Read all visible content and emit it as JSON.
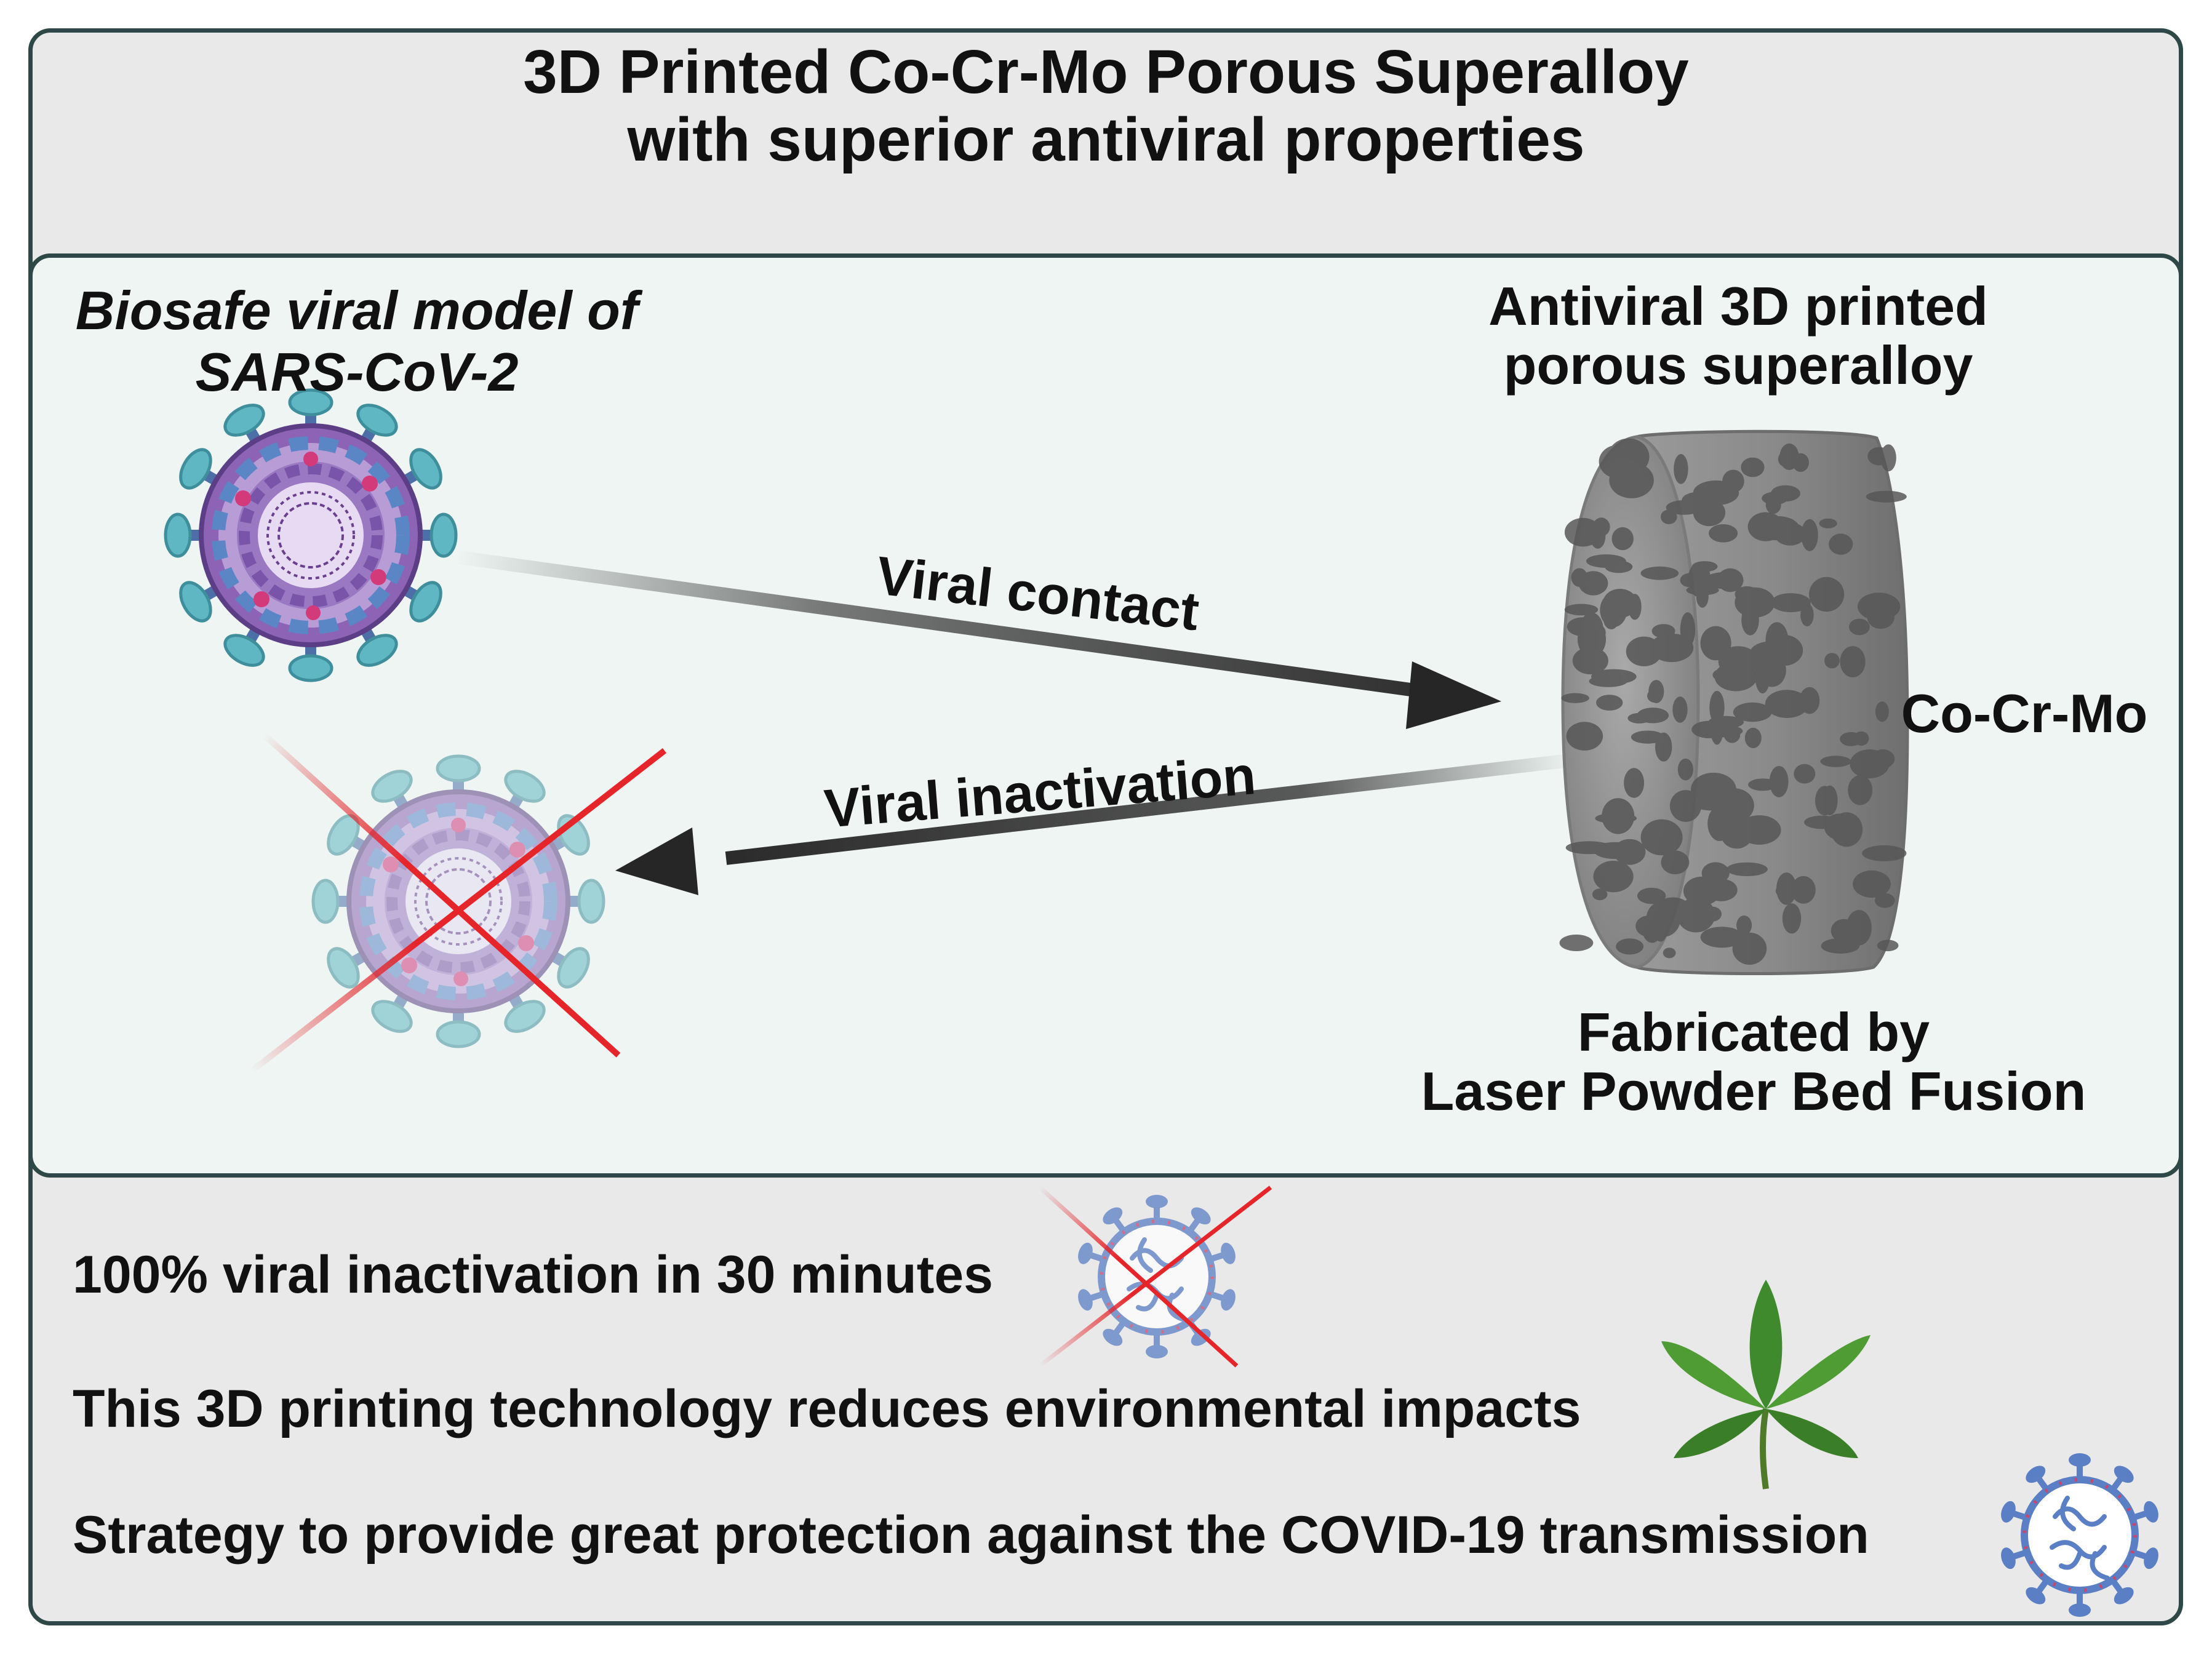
{
  "title": {
    "line1": "3D Printed Co-Cr-Mo Porous Superalloy",
    "line2": "with superior antiviral properties"
  },
  "panel": {
    "virus_label": {
      "line1": "Biosafe viral model of",
      "line2": "SARS-CoV-2"
    },
    "alloy_label": {
      "line1": "Antiviral 3D printed",
      "line2": "porous superalloy"
    },
    "composition_label": "Co-Cr-Mo",
    "fabrication_label": {
      "line1": "Fabricated by",
      "line2": "Laser Powder Bed Fusion"
    },
    "arrows": {
      "contact_label": "Viral contact",
      "inactivation_label": "Viral inactivation"
    }
  },
  "highlights": [
    {
      "text": "100% viral inactivation in 30 minutes",
      "icon": "crossed-virus-icon"
    },
    {
      "text": "This 3D printing technology reduces environmental impacts",
      "icon": "leaf-icon"
    },
    {
      "text": "Strategy to provide great protection against the COVID-19 transmission",
      "icon": "virus-icon"
    }
  ],
  "colors": {
    "frame_border": "#2e4747",
    "frame_fill": "#e9e9e9",
    "panel_fill": "#eef5f2",
    "cross_red": "#e5252a",
    "virus_purple": "#8d63b5",
    "virus_blue": "#5b86c6",
    "virus_teal": "#5fb7c3",
    "alloy_gray": "#8a8a8a",
    "leaf_green": "#3f8a2c"
  }
}
